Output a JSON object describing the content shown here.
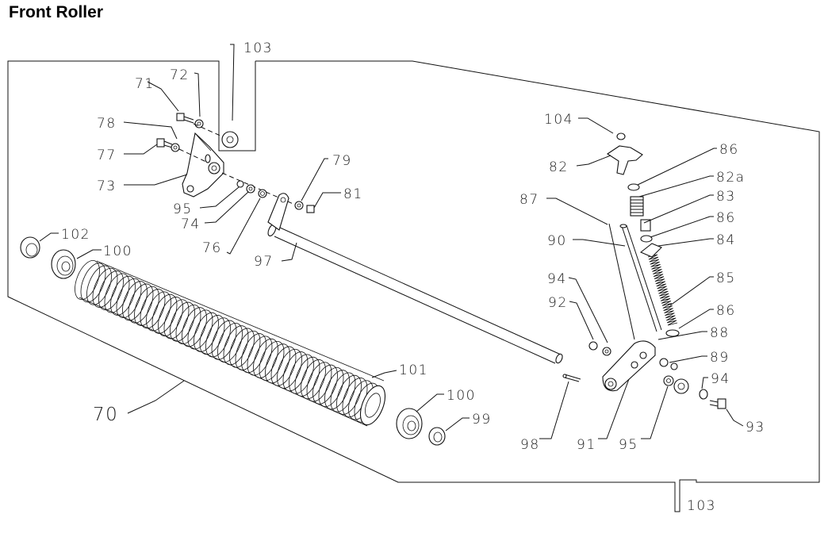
{
  "title": "Front Roller",
  "callouts": {
    "c70": "70",
    "c71": "71",
    "c72": "72",
    "c73": "73",
    "c74": "74",
    "c76": "76",
    "c77": "77",
    "c78": "78",
    "c79": "79",
    "c81": "81",
    "c82": "82",
    "c82a": "82a",
    "c83": "83",
    "c84": "84",
    "c85": "85",
    "c86a": "86",
    "c86b": "86",
    "c86c": "86",
    "c87": "87",
    "c88": "88",
    "c89": "89",
    "c90": "90",
    "c91": "91",
    "c92": "92",
    "c93": "93",
    "c94a": "94",
    "c94b": "94",
    "c95a": "95",
    "c95b": "95",
    "c97": "97",
    "c98": "98",
    "c99": "99",
    "c100a": "100",
    "c100b": "100",
    "c101": "101",
    "c102": "102",
    "c103a": "103",
    "c103b": "103",
    "c104": "104"
  }
}
